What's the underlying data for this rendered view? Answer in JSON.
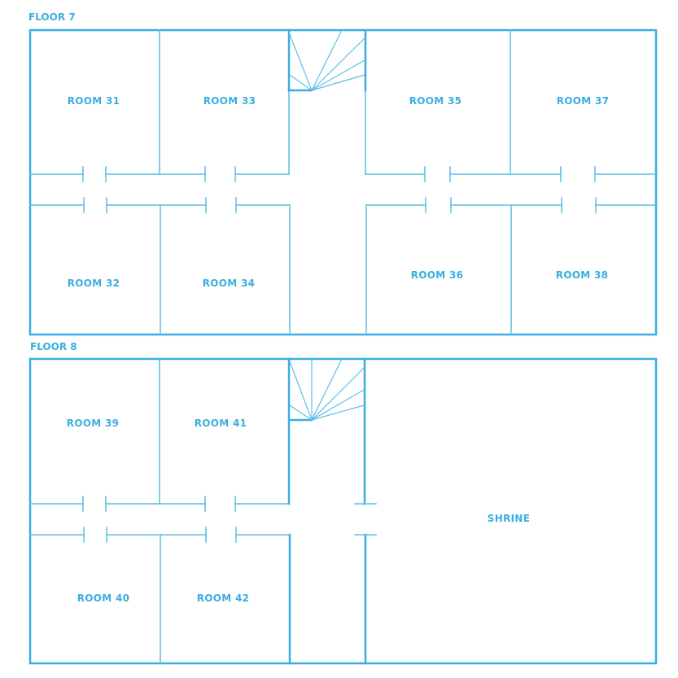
{
  "diagram": {
    "type": "floor-plan",
    "colors": {
      "wall": "#3aaee0",
      "text": "#3aaee0",
      "background": "#ffffff"
    },
    "floors": [
      {
        "id": "floor-7",
        "label": "FLOOR 7",
        "rooms": [
          {
            "id": "room-31",
            "label": "ROOM 31"
          },
          {
            "id": "room-33",
            "label": "ROOM 33"
          },
          {
            "id": "room-35",
            "label": "ROOM 35"
          },
          {
            "id": "room-37",
            "label": "ROOM 37"
          },
          {
            "id": "room-32",
            "label": "ROOM 32"
          },
          {
            "id": "room-34",
            "label": "ROOM 34"
          },
          {
            "id": "room-36",
            "label": "ROOM 36"
          },
          {
            "id": "room-38",
            "label": "ROOM 38"
          }
        ],
        "features": [
          "staircase",
          "hallway"
        ]
      },
      {
        "id": "floor-8",
        "label": "FLOOR 8",
        "rooms": [
          {
            "id": "room-39",
            "label": "ROOM 39"
          },
          {
            "id": "room-41",
            "label": "ROOM 41"
          },
          {
            "id": "room-40",
            "label": "ROOM 40"
          },
          {
            "id": "room-42",
            "label": "ROOM 42"
          },
          {
            "id": "shrine",
            "label": "SHRINE"
          }
        ],
        "features": [
          "staircase",
          "hallway"
        ]
      }
    ]
  }
}
